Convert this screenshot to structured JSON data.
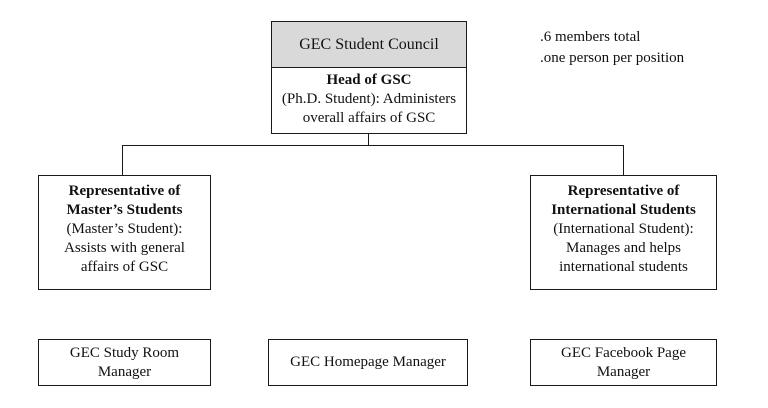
{
  "council": {
    "title": "GEC Student Council"
  },
  "head": {
    "title": "Head of GSC",
    "line1": "(Ph.D. Student): Administers",
    "line2": "overall affairs of GSC"
  },
  "masters_rep": {
    "title_line1": "Representative of",
    "title_line2": "Master’s Students",
    "line1": "(Master’s Student):",
    "line2": "Assists with general",
    "line3": "affairs of GSC"
  },
  "international_rep": {
    "title_line1": "Representative of",
    "title_line2": "International Students",
    "line1": "(International Student):",
    "line2": "Manages and helps",
    "line3": "international students"
  },
  "managers": {
    "study_room_line1": "GEC Study Room",
    "study_room_line2": "Manager",
    "homepage": "GEC Homepage Manager",
    "facebook_line1": "GEC Facebook Page",
    "facebook_line2": "Manager"
  },
  "notes": {
    "line1": ".6 members total",
    "line2": ".one person per position"
  }
}
